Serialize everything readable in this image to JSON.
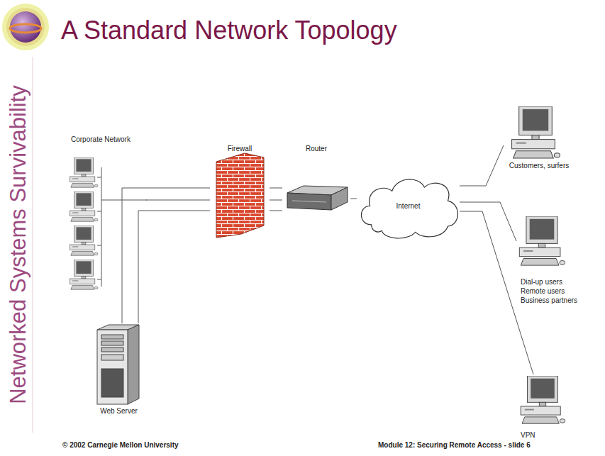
{
  "diagram": {
    "title": "A Standard Network Topology",
    "nodes": [
      {
        "text": [
          "Corporate Network"
        ]
      },
      {
        "text": [
          "Firewall"
        ]
      },
      {
        "text": [
          "Router"
        ]
      },
      {
        "text": [
          "Internet"
        ]
      },
      {
        "text": [
          "Customers, surfers"
        ]
      },
      {
        "text": [
          "Dial-up users",
          "Remote users",
          "Business partners"
        ]
      },
      {
        "text": [
          "VPN"
        ]
      },
      {
        "text": [
          "Web Server"
        ]
      }
    ],
    "edges": [
      {
        "from": 0,
        "to": 1,
        "arrow": "none"
      },
      {
        "from": 7,
        "to": 1,
        "arrow": "none"
      },
      {
        "from": 7,
        "to": 1,
        "arrow": "none"
      },
      {
        "from": 1,
        "to": 2,
        "arrow": "none"
      },
      {
        "from": 1,
        "to": 2,
        "arrow": "none"
      },
      {
        "from": 1,
        "to": 2,
        "arrow": "none"
      },
      {
        "from": 2,
        "to": 3,
        "arrow": "none"
      },
      {
        "from": 3,
        "to": 4,
        "arrow": "none"
      },
      {
        "from": 3,
        "to": 5,
        "arrow": "none"
      },
      {
        "from": 3,
        "to": 6,
        "arrow": "none"
      }
    ],
    "labels": [
      "Networked Systems Survivability",
      "© 2002 Carnegie Mellon University",
      "Module 12: Securing Remote Access - slide 6"
    ]
  }
}
